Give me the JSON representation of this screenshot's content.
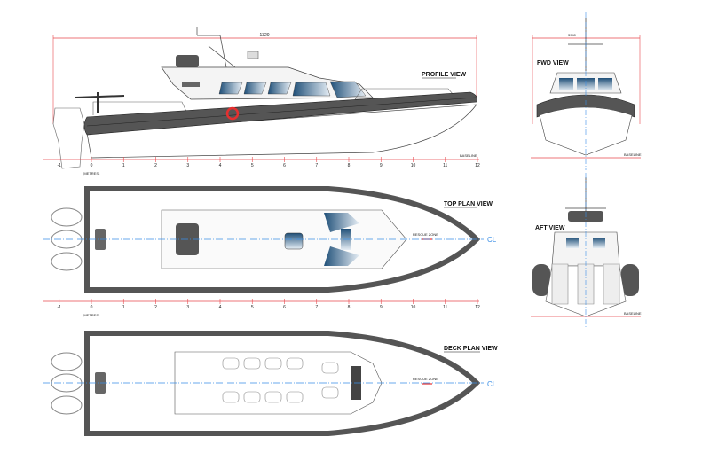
{
  "views": {
    "profile": {
      "title": "PROFILE VIEW",
      "baseline": "BASELINE",
      "units": "(METRES)",
      "overall_length": "1320"
    },
    "fwd": {
      "title": "FWD VIEW",
      "baseline": "BASELINE",
      "beam": "3940"
    },
    "aft": {
      "title": "AFT VIEW",
      "baseline": "BASELINE"
    },
    "top_plan": {
      "title": "TOP PLAN VIEW",
      "units": "(METRES)",
      "centerline": "CL",
      "rescue_zone": "RESCUE ZONE"
    },
    "deck_plan": {
      "title": "DECK PLAN VIEW",
      "centerline": "CL",
      "rescue_zone": "RESCUE ZONE"
    }
  },
  "scale_ticks": [
    "-1",
    "0",
    "1",
    "2",
    "3",
    "4",
    "5",
    "6",
    "7",
    "8",
    "9",
    "10",
    "11",
    "12"
  ],
  "colors": {
    "dimension": "#e8474c",
    "centerline": "#3a8ee6",
    "tube": "#555555",
    "glass": "#2f5f85"
  }
}
